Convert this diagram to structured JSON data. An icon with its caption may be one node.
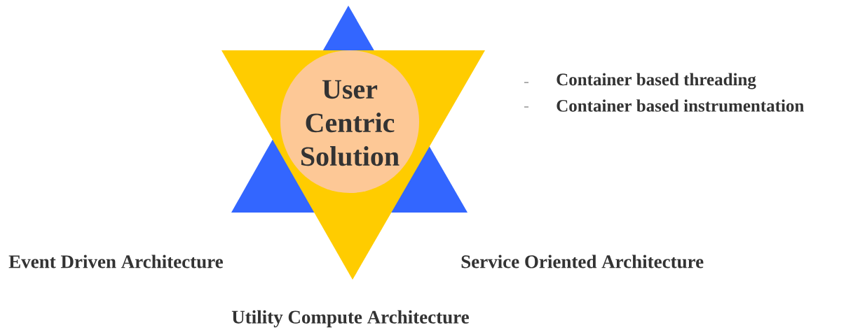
{
  "diagram": {
    "nodes": [
      {
        "text": [
          "User Centric Solution"
        ]
      }
    ],
    "labels": [
      "Container based threading",
      "Container based instrumentation",
      "Event Driven Architecture",
      "Service Oriented Architecture",
      "Utility Compute Architecture"
    ]
  }
}
